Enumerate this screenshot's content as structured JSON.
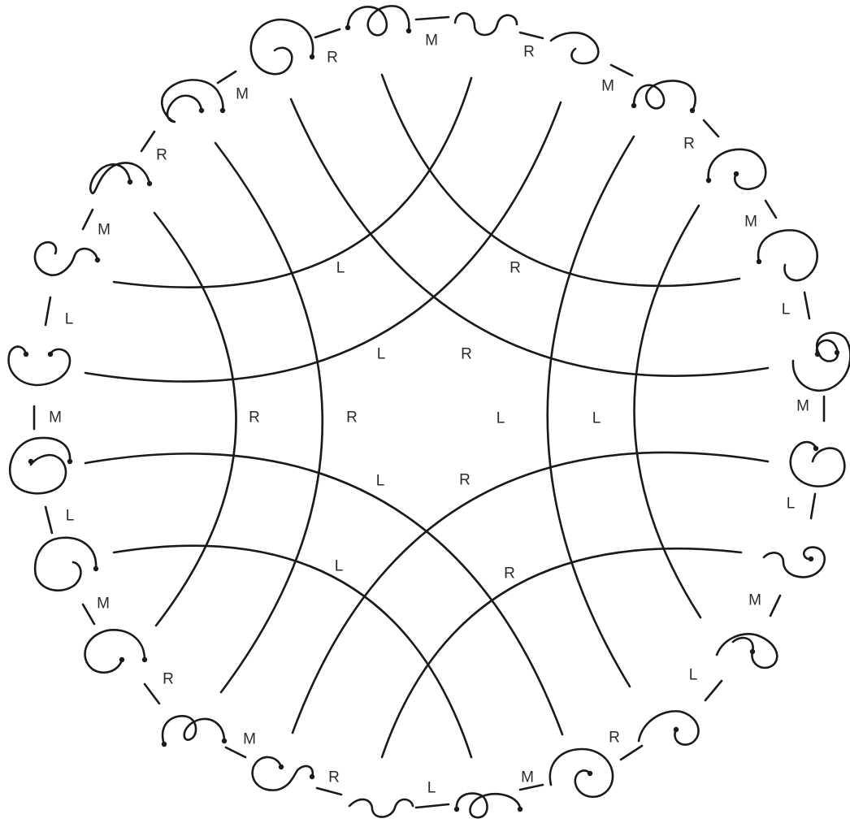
{
  "figure": {
    "stroke_color": "#1a1a1a",
    "background": "#ffffff",
    "boundary_labels": [
      "M",
      "R",
      "M",
      "R",
      "M",
      "L",
      "M",
      "L",
      "M",
      "L",
      "R",
      "M",
      "L",
      "R",
      "M",
      "R",
      "M",
      "L",
      "M",
      "L",
      "M",
      "R",
      "M",
      "R"
    ],
    "inner_labels": [
      "L",
      "R",
      "L",
      "R",
      "R",
      "R",
      "L",
      "L",
      "L",
      "R",
      "L",
      "R"
    ]
  }
}
